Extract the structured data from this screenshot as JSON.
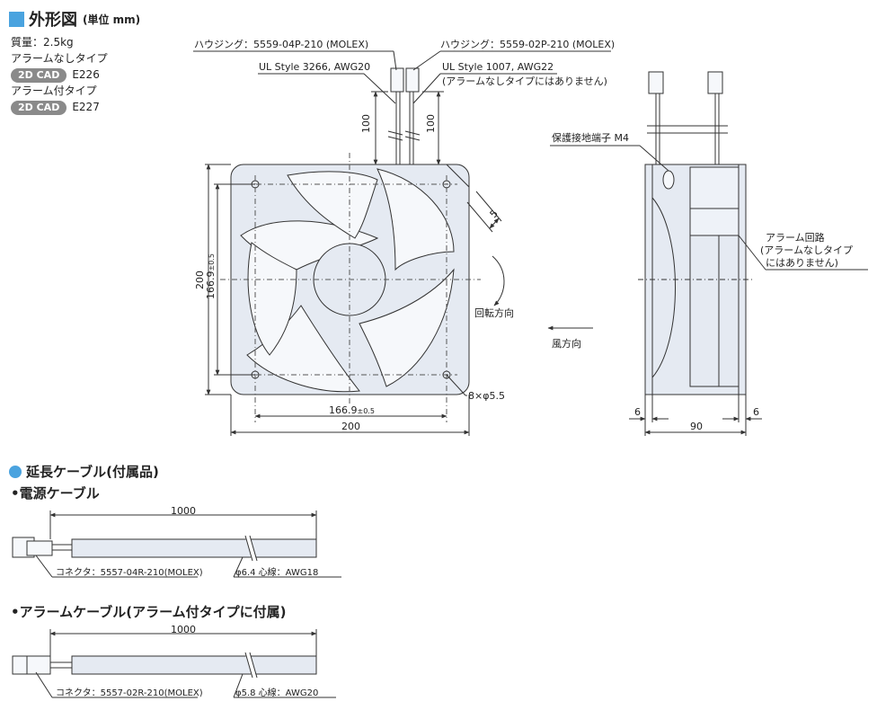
{
  "header": {
    "title": "外形図",
    "unit": "(単位 mm)"
  },
  "spec": {
    "mass": "質量：2.5kg",
    "no_alarm_type": "アラームなしタイプ",
    "cad_badge": "2D CAD",
    "no_alarm_code": "E226",
    "alarm_type": "アラーム付タイプ",
    "alarm_code": "E227"
  },
  "front_view": {
    "housing_4p": "ハウジング：5559-04P-210 (MOLEX)",
    "housing_2p": "ハウジング：5559-02P-210 (MOLEX)",
    "ul_3266": "UL Style 3266, AWG20",
    "ul_1007": "UL Style 1007, AWG22",
    "ul_1007_note": "(アラームなしタイプにはありません)",
    "lead_len_left": "100",
    "lead_len_right": "100",
    "outer_h": "200",
    "pitch_v": "166.9",
    "pitch_v_tol": "±0.5",
    "pitch_h": "166.9",
    "pitch_h_tol": "±0.5",
    "outer_w": "200",
    "corner": "5",
    "holes": "8×φ5.5",
    "rotation": "回転方向"
  },
  "side_view": {
    "ground_terminal": "保護接地端子 M4",
    "alarm_circuit_1": "アラーム回路",
    "alarm_circuit_2": "(アラームなしタイプ",
    "alarm_circuit_3": "にはありません)",
    "airflow": "風方向",
    "flange_left": "6",
    "depth": "90",
    "flange_right": "6"
  },
  "extension": {
    "section_title": "延長ケーブル(付属品)",
    "power": {
      "heading": "•電源ケーブル",
      "length": "1000",
      "connector": "コネクタ：5557-04R-210(MOLEX)",
      "spec": "φ6.4  心線：AWG18"
    },
    "alarm": {
      "heading": "•アラームケーブル(アラーム付タイプに付属)",
      "length": "1000",
      "connector": "コネクタ：5557-02R-210(MOLEX)",
      "spec": "φ5.8 心線：AWG20"
    }
  }
}
